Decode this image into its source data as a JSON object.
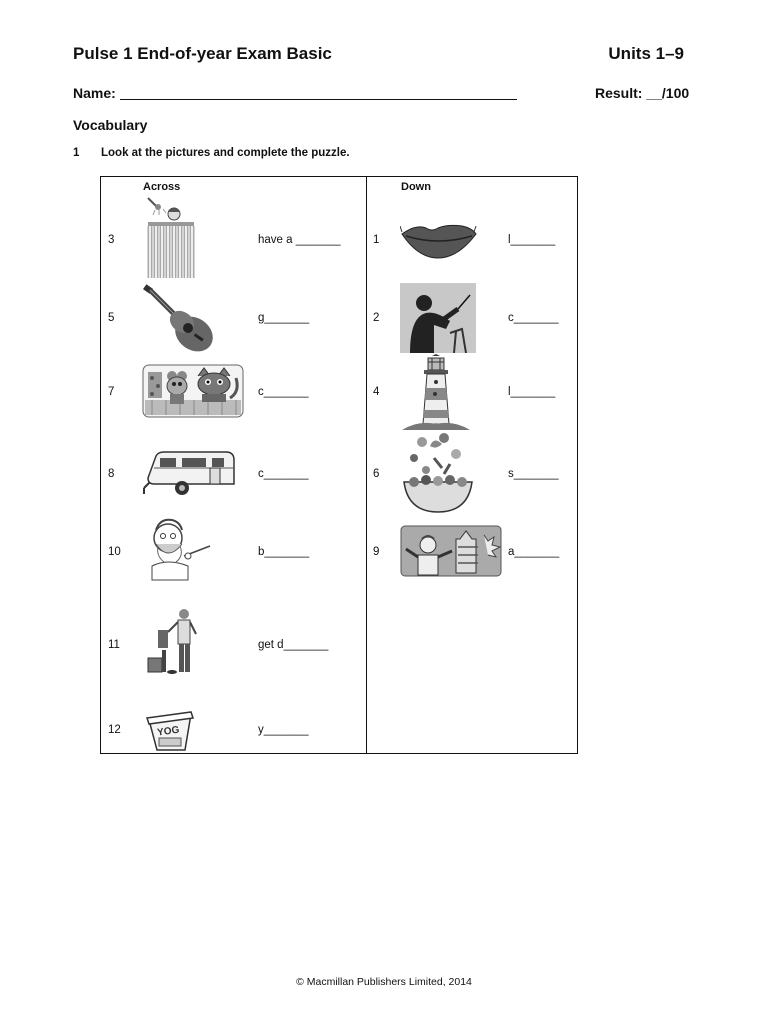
{
  "header": {
    "title": "Pulse 1 End-of-year Exam Basic",
    "units": "Units 1–9",
    "name_label": "Name:",
    "result_label": "Result: __/100"
  },
  "section": "Vocabulary",
  "exercise": {
    "number": "1",
    "instruction": "Look at the pictures and complete the puzzle."
  },
  "across": {
    "heading": "Across",
    "clues": [
      {
        "num": "3",
        "text": "have a _______",
        "icon": "shower-icon"
      },
      {
        "num": "5",
        "text": "g_______",
        "icon": "guitar-icon"
      },
      {
        "num": "7",
        "text": "c_______",
        "icon": "cartoon-icon"
      },
      {
        "num": "8",
        "text": "c_______",
        "icon": "caravan-icon"
      },
      {
        "num": "10",
        "text": "b_______",
        "icon": "beard-icon"
      },
      {
        "num": "11",
        "text": "get d_______",
        "icon": "dressed-icon"
      },
      {
        "num": "12",
        "text": "y_______",
        "icon": "yogurt-icon"
      }
    ]
  },
  "down": {
    "heading": "Down",
    "clues": [
      {
        "num": "1",
        "text": "l_______",
        "icon": "lips-icon"
      },
      {
        "num": "2",
        "text": "c_______",
        "icon": "conductor-icon"
      },
      {
        "num": "4",
        "text": "l_______",
        "icon": "lighthouse-icon"
      },
      {
        "num": "6",
        "text": "s_______",
        "icon": "salad-icon"
      },
      {
        "num": "9",
        "text": "a_______",
        "icon": "advert-icon"
      }
    ]
  },
  "pictures": {
    "yogurt_lettering": "YOG"
  },
  "footer": "© Macmillan Publishers Limited, 2014"
}
